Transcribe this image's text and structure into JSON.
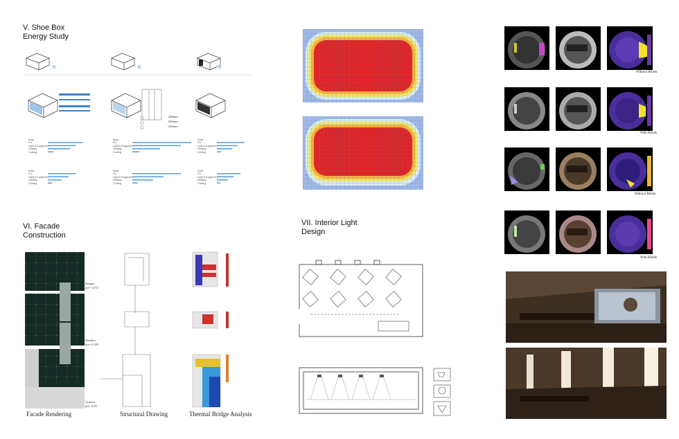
{
  "sections": {
    "shoebox": {
      "line1": "V. Shoe Box",
      "line2": "Energy Study"
    },
    "facade": {
      "line1": "VI. Facade",
      "line2": "Construction"
    },
    "interior": {
      "line1": "VII. Interior Light",
      "line2": "Design"
    }
  },
  "shoebox": {
    "case_labels": [
      "1",
      "2",
      "3"
    ],
    "dimensions": [
      "200mm",
      "500mm",
      "200mm"
    ],
    "bar_label_rows_a": [
      "Solar",
      "P.V.",
      "Light & Equipment",
      "Heating",
      "Cooling"
    ],
    "bar_label_rows_b": [
      "Solar",
      "P.V.",
      "Light & Equipment",
      "Heating",
      "Cooling"
    ]
  },
  "facade_notes": [
    {
      "line1": "Parapet",
      "line2": "psi= 1.072"
    },
    {
      "line1": "Window",
      "line2": "psi= 0.329"
    },
    {
      "line1": "Ground",
      "line2": "psi= 0.95"
    }
  ],
  "captions": {
    "rendering": "Facade Rendering",
    "structural": "Structural Drawing",
    "thermal": "Thermal Bridge Analysis"
  },
  "hdr_rows": [
    {
      "caption": "Without Blinds"
    },
    {
      "caption": "With Blinds"
    },
    {
      "caption": "Without Blinds"
    },
    {
      "caption": "With Blinds"
    }
  ],
  "colors": {
    "heatmap_hot": "#e02424",
    "heatmap_cold": "#8fb0e6",
    "bar_blue": "#5aa0d8",
    "hdr_purple": "#4a2f9a"
  }
}
